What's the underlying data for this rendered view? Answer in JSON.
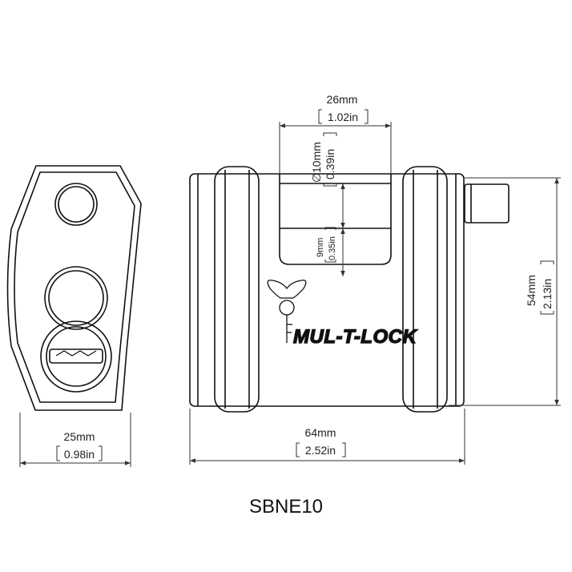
{
  "model": "SBNE10",
  "brand": "MUL-T-LOCK",
  "dimensions": {
    "width": {
      "mm": "26mm",
      "in": "1.02in"
    },
    "diameter": {
      "mm": "10mm",
      "in": "0.39in",
      "symbol": "∅"
    },
    "clearance": {
      "mm": "9mm",
      "in": "0.35in"
    },
    "height": {
      "mm": "54mm",
      "in": "2.13in"
    },
    "length": {
      "mm": "64mm",
      "in": "2.52in"
    },
    "depth": {
      "mm": "25mm",
      "in": "0.98in"
    }
  },
  "colors": {
    "line": "#111111",
    "dim_line": "#333333",
    "text": "#222222"
  }
}
